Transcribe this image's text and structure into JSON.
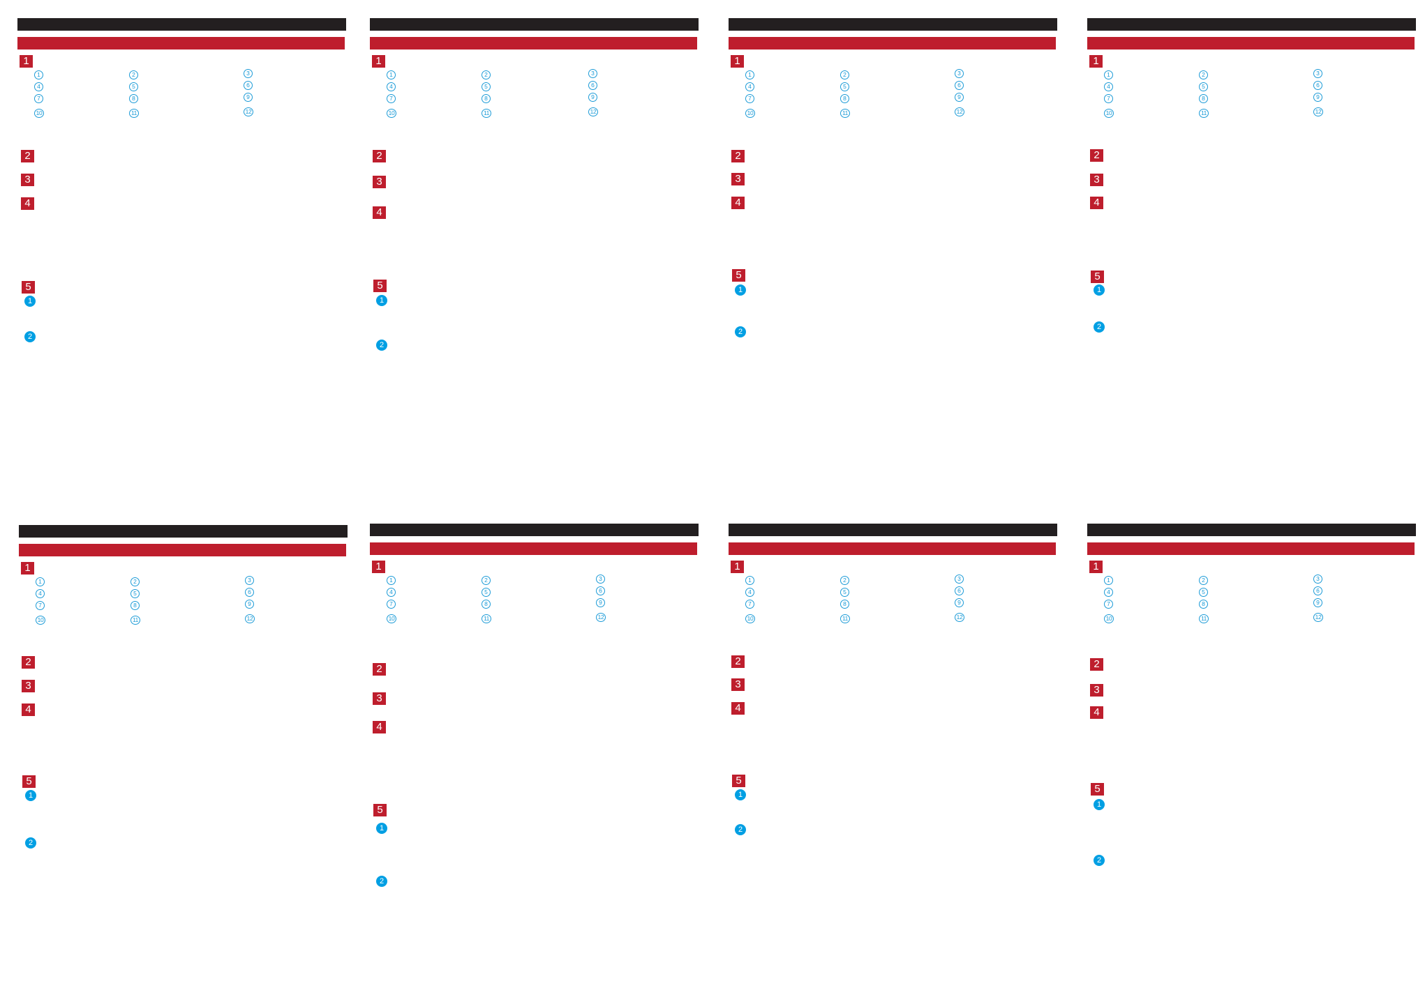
{
  "colors": {
    "header_bar": "#231f20",
    "section_red": "#be1e2d",
    "step_blue": "#009fe3",
    "callout_ring": "#1c9bd7"
  },
  "panels": [
    {
      "section_markers": [
        "1",
        "2",
        "3",
        "4",
        "5"
      ],
      "part_numbers": [
        "1",
        "2",
        "3",
        "4",
        "5",
        "6",
        "7",
        "8",
        "9",
        "10",
        "11",
        "12"
      ],
      "step_markers": [
        "1",
        "2"
      ]
    },
    {
      "section_markers": [
        "1",
        "2",
        "3",
        "4",
        "5"
      ],
      "part_numbers": [
        "1",
        "2",
        "3",
        "4",
        "5",
        "6",
        "7",
        "8",
        "9",
        "10",
        "11",
        "12"
      ],
      "step_markers": [
        "1",
        "2"
      ]
    },
    {
      "section_markers": [
        "1",
        "2",
        "3",
        "4",
        "5"
      ],
      "part_numbers": [
        "1",
        "2",
        "3",
        "4",
        "5",
        "6",
        "7",
        "8",
        "9",
        "10",
        "11",
        "12"
      ],
      "step_markers": [
        "1",
        "2"
      ]
    },
    {
      "section_markers": [
        "1",
        "2",
        "3",
        "4",
        "5"
      ],
      "part_numbers": [
        "1",
        "2",
        "3",
        "4",
        "5",
        "6",
        "7",
        "8",
        "9",
        "10",
        "11",
        "12"
      ],
      "step_markers": [
        "1",
        "2"
      ]
    },
    {
      "section_markers": [
        "1",
        "2",
        "3",
        "4",
        "5"
      ],
      "part_numbers": [
        "1",
        "2",
        "3",
        "4",
        "5",
        "6",
        "7",
        "8",
        "9",
        "10",
        "11",
        "12"
      ],
      "step_markers": [
        "1",
        "2"
      ]
    },
    {
      "section_markers": [
        "1",
        "2",
        "3",
        "4",
        "5"
      ],
      "part_numbers": [
        "1",
        "2",
        "3",
        "4",
        "5",
        "6",
        "7",
        "8",
        "9",
        "10",
        "11",
        "12"
      ],
      "step_markers": [
        "1",
        "2"
      ]
    },
    {
      "section_markers": [
        "1",
        "2",
        "3",
        "4",
        "5"
      ],
      "part_numbers": [
        "1",
        "2",
        "3",
        "4",
        "5",
        "6",
        "7",
        "8",
        "9",
        "10",
        "11",
        "12"
      ],
      "step_markers": [
        "1",
        "2"
      ]
    },
    {
      "section_markers": [
        "1",
        "2",
        "3",
        "4",
        "5"
      ],
      "part_numbers": [
        "1",
        "2",
        "3",
        "4",
        "5",
        "6",
        "7",
        "8",
        "9",
        "10",
        "11",
        "12"
      ],
      "step_markers": [
        "1",
        "2"
      ]
    }
  ]
}
